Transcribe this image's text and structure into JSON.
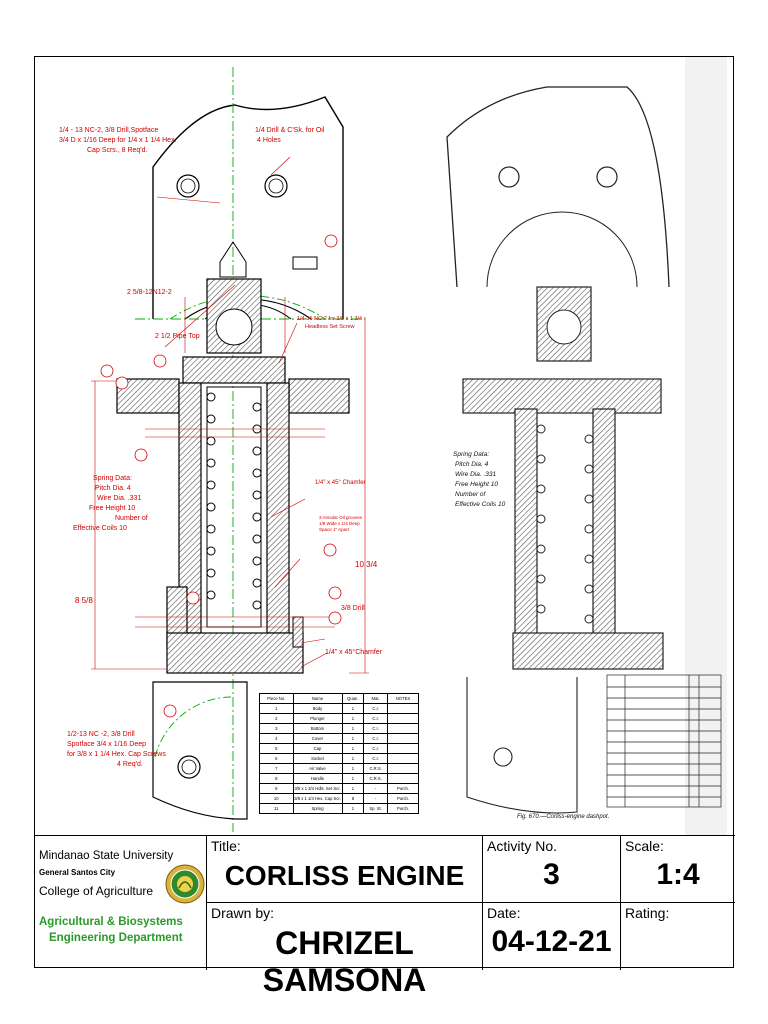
{
  "annotations": {
    "top_left_1": "1/4 - 13 NC-2, 3/8 Drill,Spotface",
    "top_left_2": "3/4 D x 1/16 Deep for 1/4 x 1 1/4 Hex.",
    "top_left_3": "Cap Scrs., 8 Req'd.",
    "top_right_1": "1/4 Drill & C'Sk. for Oil",
    "top_right_2": "4 Holes",
    "thread_top": "2 5/8-12N12-2",
    "pipe_top": "2 1/2 Pipe Top",
    "headless_1": "1/4-16 NC-2 for 3/8 x 1 3/4",
    "headless_2": "Headless Set Screw",
    "spring_1": "Spring Data:",
    "spring_2": "Pitch Dia.    4",
    "spring_3": "Wire Dia.   .331",
    "spring_4": "Free Height    10",
    "spring_5": "Number of",
    "spring_6": "Effective Coils   10",
    "chamfer_1": "1/4\" x 45° Chamfer",
    "grooves_1": "3 Annular Oil grooves",
    "grooves_2": "1/8 Wide x 1/4 Deep",
    "grooves_3": "Space 1\" Apart",
    "drill": "3/8 Drill",
    "chamfer_2": "1/4\" x 45°Chamfer",
    "bottom_1": "1/2-13 NC -2, 3/8 Drill",
    "bottom_2": "Spotface 3/4 x 1/16 Deep",
    "bottom_3": "for 3/8 x 1 1/4 Hex. Cap Screws",
    "bottom_4": "4 Req'd.",
    "dim_side": "10 3/4",
    "dim_left": "8 5/8",
    "fig_caption": "Fig. 670.—Corliss-engine dashpot."
  },
  "parts_table": {
    "headers": [
      "Piece No.",
      "Name",
      "Quan.",
      "Mat.",
      "NOTES"
    ],
    "rows": [
      [
        "1",
        "Body",
        "1",
        "C.I.",
        ""
      ],
      [
        "2",
        "Plunger",
        "1",
        "C.I.",
        ""
      ],
      [
        "3",
        "Bottom",
        "1",
        "C.I.",
        ""
      ],
      [
        "4",
        "Cover",
        "1",
        "C.I.",
        ""
      ],
      [
        "5",
        "Cap",
        "1",
        "C.I.",
        ""
      ],
      [
        "6",
        "Socket",
        "1",
        "C.I.",
        ""
      ],
      [
        "7",
        "Air Valve",
        "1",
        "C.R.S.",
        ""
      ],
      [
        "8",
        "Handle",
        "1",
        "C.R.S.",
        ""
      ],
      [
        "9",
        "3/8 x 1 3/4 Hdls. Set Scr.",
        "1",
        "-",
        "Purch."
      ],
      [
        "10",
        "3/8 x 1 1/4 Hex. Cap Scr.",
        "8",
        "-",
        "Purch."
      ],
      [
        "11",
        "Spring",
        "1",
        "Sp. St.",
        "Purch."
      ]
    ]
  },
  "titleblock": {
    "university": "Mindanao State University",
    "city": "General Santos City",
    "college": "College of Agriculture",
    "dept_1": "Agricultural & Biosystems",
    "dept_2": "Engineering Department",
    "title_label": "Title:",
    "title_value": "CORLISS ENGINE",
    "activity_label": "Activity No.",
    "activity_value": "3",
    "scale_label": "Scale:",
    "scale_value": "1:4",
    "drawn_label": "Drawn by:",
    "drawn_value": "CHRIZEL SAMSONA",
    "date_label": "Date:",
    "date_value": "04-12-21",
    "rating_label": "Rating:"
  },
  "colors": {
    "red": "#d00000",
    "green": "#00b000",
    "dept_green": "#2a9a2a",
    "hatch": "#444444"
  }
}
